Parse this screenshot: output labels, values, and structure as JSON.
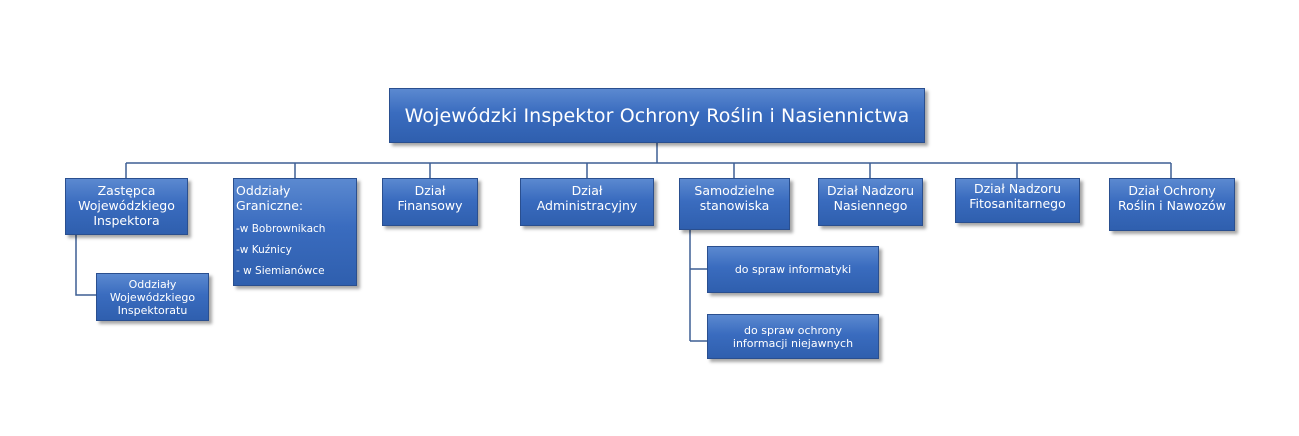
{
  "top": {
    "label": "Wojewódzki Inspektor Ochrony Roślin i Nasiennictwa"
  },
  "departments": [
    {
      "lines": [
        "Zastępca",
        "Wojewódzkiego",
        "Inspektora"
      ]
    },
    {
      "lines": [
        "Oddziały",
        "Graniczne:"
      ],
      "sub_items": [
        "-w Bobrownikach",
        "-w Kuźnicy",
        "- w Siemianówce"
      ]
    },
    {
      "lines": [
        "Dział",
        "Finansowy"
      ]
    },
    {
      "lines": [
        "Dział",
        "Administracyjny"
      ]
    },
    {
      "lines": [
        "Samodzielne",
        "stanowiska"
      ]
    },
    {
      "lines": [
        "Dział Nadzoru",
        "Nasiennego"
      ]
    },
    {
      "lines": [
        "Dział Nadzoru",
        "Fitosanitarnego"
      ]
    },
    {
      "lines": [
        "Dział Ochrony",
        "Roślin i Nawozów"
      ]
    }
  ],
  "children": {
    "deputy": [
      {
        "lines": [
          "Oddziały",
          "Wojewódzkiego",
          "Inspektoratu"
        ]
      }
    ],
    "independent_posts": [
      {
        "lines": [
          "do spraw informatyki"
        ]
      },
      {
        "lines": [
          "do spraw ochrony",
          "informacji niejawnych"
        ]
      }
    ]
  }
}
